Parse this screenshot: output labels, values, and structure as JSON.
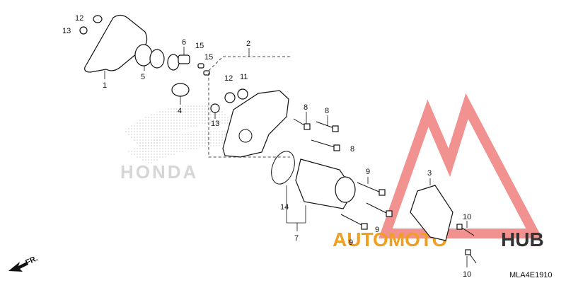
{
  "diagram": {
    "code": "MLA4E1910",
    "direction": "FR.",
    "brand_watermark": "HONDA",
    "logo": {
      "word1": "AUTOMOTO",
      "word2": "HUB",
      "accent": "#f0a020",
      "triangle": "#e53935",
      "hub_color": "#333333"
    },
    "callouts": [
      {
        "id": "c12a",
        "text": "12"
      },
      {
        "id": "c13a",
        "text": "13"
      },
      {
        "id": "c1",
        "text": "1"
      },
      {
        "id": "c6",
        "text": "6"
      },
      {
        "id": "c5",
        "text": "5"
      },
      {
        "id": "c15a",
        "text": "15"
      },
      {
        "id": "c15b",
        "text": "15"
      },
      {
        "id": "c2",
        "text": "2"
      },
      {
        "id": "c12b",
        "text": "12"
      },
      {
        "id": "c11",
        "text": "11"
      },
      {
        "id": "c4",
        "text": "4"
      },
      {
        "id": "c13b",
        "text": "13"
      },
      {
        "id": "c8a",
        "text": "8"
      },
      {
        "id": "c8b",
        "text": "8"
      },
      {
        "id": "c8c",
        "text": "8"
      },
      {
        "id": "c9a",
        "text": "9"
      },
      {
        "id": "c9b",
        "text": "9"
      },
      {
        "id": "c9c",
        "text": "9"
      },
      {
        "id": "c14",
        "text": "14"
      },
      {
        "id": "c7",
        "text": "7"
      },
      {
        "id": "c3",
        "text": "3"
      },
      {
        "id": "c10a",
        "text": "10"
      },
      {
        "id": "c10b",
        "text": "10"
      }
    ]
  }
}
